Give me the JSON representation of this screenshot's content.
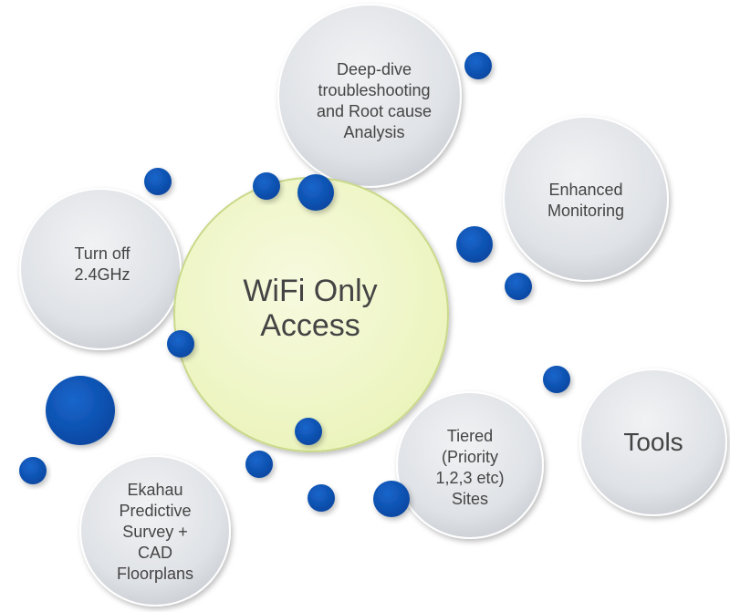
{
  "center": {
    "lines": [
      "WiFi Only",
      "Access"
    ]
  },
  "bubbles": [
    {
      "id": "deep-dive",
      "lines": [
        "Deep-dive",
        "troubleshooting",
        "and Root cause",
        "Analysis"
      ]
    },
    {
      "id": "enhanced-monitoring",
      "lines": [
        "Enhanced",
        "Monitoring"
      ]
    },
    {
      "id": "turn-off-24",
      "lines": [
        "Turn off",
        "2.4GHz"
      ]
    },
    {
      "id": "ekahau",
      "lines": [
        "Ekahau",
        "Predictive",
        "Survey +",
        "CAD",
        "Floorplans"
      ]
    },
    {
      "id": "tiered-sites",
      "lines": [
        "Tiered",
        "(Priority",
        "1,2,3 etc)",
        "Sites"
      ]
    },
    {
      "id": "tools",
      "lines": [
        "Tools"
      ]
    }
  ],
  "colors": {
    "center_fill": "#eef5c4",
    "center_stroke": "#c9d98a",
    "bubble_fill": "#e3e6ea",
    "dot": "#0a50b4"
  }
}
